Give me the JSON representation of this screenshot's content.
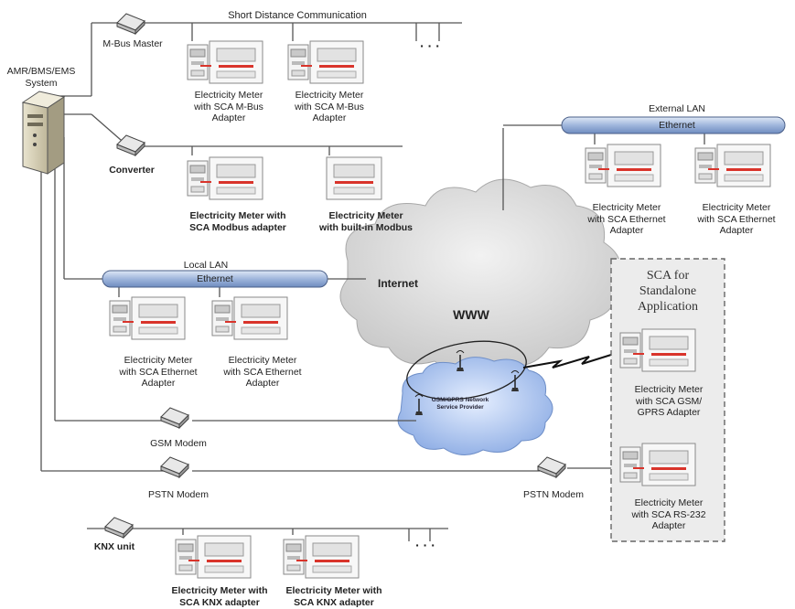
{
  "labels": {
    "short_distance": "Short Distance Communication",
    "mbus_master": "M-Bus Master",
    "system": "AMR/BMS/EMS\nSystem",
    "converter": "Converter",
    "external_lan": "External LAN",
    "ethernet": "Ethernet",
    "local_lan": "Local LAN",
    "internet": "Internet",
    "www": "WWW",
    "gsm_network": "GSM/GPRS Network\nService Provider",
    "gsm_modem": "GSM Modem",
    "pstn_modem_left": "PSTN Modem",
    "pstn_modem_right": "PSTN Modem",
    "knx_unit": "KNX unit",
    "sca_standalone": "SCA for\nStandalone\nApplication",
    "dots": "· · ·"
  },
  "meters": {
    "mbus_1": "Electricity Meter\nwith SCA M-Bus\nAdapter",
    "mbus_2": "Electricity Meter\nwith SCA M-Bus\nAdapter",
    "modbus_adapter": "Electricity Meter with\nSCA Modbus adapter",
    "modbus_builtin": "Electricity Meter\nwith built-in Modbus",
    "ext_eth_1": "Electricity Meter\nwith SCA Ethernet\nAdapter",
    "ext_eth_2": "Electricity Meter\nwith SCA Ethernet\nAdapter",
    "local_eth_1": "Electricity Meter\nwith SCA Ethernet\nAdapter",
    "local_eth_2": "Electricity Meter\nwith SCA Ethernet\nAdapter",
    "gsm": "Electricity Meter\nwith SCA GSM/\nGPRS Adapter",
    "rs232": "Electricity Meter\nwith SCA RS-232\nAdapter",
    "knx_1": "Electricity Meter with\nSCA KNX adapter",
    "knx_2": "Electricity Meter with\nSCA KNX adapter"
  },
  "colors": {
    "line": "#555555",
    "ethernet_bar": "#9fb6dc",
    "cloud": "#d4d4d4",
    "gsm_cloud": "#8fb0e6",
    "meter_accent": "#d9342b"
  }
}
